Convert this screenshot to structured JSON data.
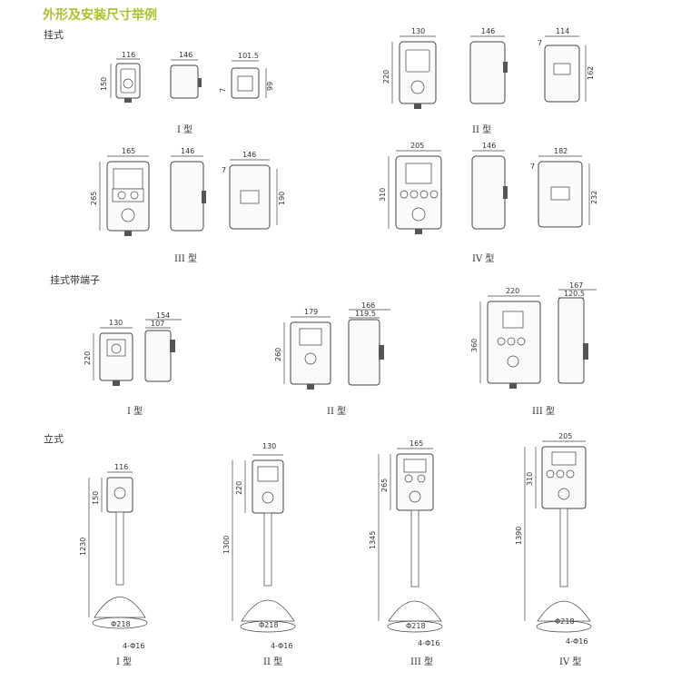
{
  "title": "外形及安装尺寸举例",
  "sections": {
    "wall": "挂式",
    "wall_terminal": "挂式带端子",
    "stand": "立式"
  },
  "captions": {
    "w1": "I 型",
    "w2": "II 型",
    "w3": "III 型",
    "w4": "IV 型",
    "t1": "I 型",
    "t2": "II 型",
    "t3": "III 型",
    "s1": "I 型",
    "s2": "II 型",
    "s3": "III 型",
    "s4": "IV 型"
  },
  "dims": {
    "w1": {
      "width": "116",
      "height": "150",
      "side_w": "146",
      "back_w": "101.5",
      "back_h": "99",
      "gap": "7"
    },
    "w2": {
      "width": "130",
      "height": "220",
      "side_w": "146",
      "back_w": "114",
      "back_h": "162",
      "gap": "7"
    },
    "w3": {
      "width": "165",
      "height": "265",
      "side_w": "146",
      "back_w": "146",
      "back_h": "190",
      "gap": "7"
    },
    "w4": {
      "width": "205",
      "height": "310",
      "side_w": "146",
      "back_w": "182",
      "back_h": "232",
      "gap": "7"
    },
    "t1": {
      "width": "130",
      "height": "220",
      "side_w": "154",
      "side_w2": "107"
    },
    "t2": {
      "width": "179",
      "height": "260",
      "side_w": "166",
      "side_w2": "119.5"
    },
    "t3": {
      "width": "220",
      "height": "360",
      "side_w": "167",
      "side_w2": "120.5"
    },
    "s1": {
      "width": "116",
      "height": "150",
      "total": "1230",
      "base": "Φ218",
      "holes": "4-Φ16"
    },
    "s2": {
      "width": "130",
      "height": "220",
      "total": "1300",
      "base": "Φ218",
      "holes": "4-Φ16"
    },
    "s3": {
      "width": "165",
      "height": "265",
      "total": "1345",
      "base": "Φ218",
      "holes": "4-Φ16"
    },
    "s4": {
      "width": "205",
      "height": "310",
      "total": "1390",
      "base": "Φ218",
      "holes": "4-Φ16"
    }
  }
}
